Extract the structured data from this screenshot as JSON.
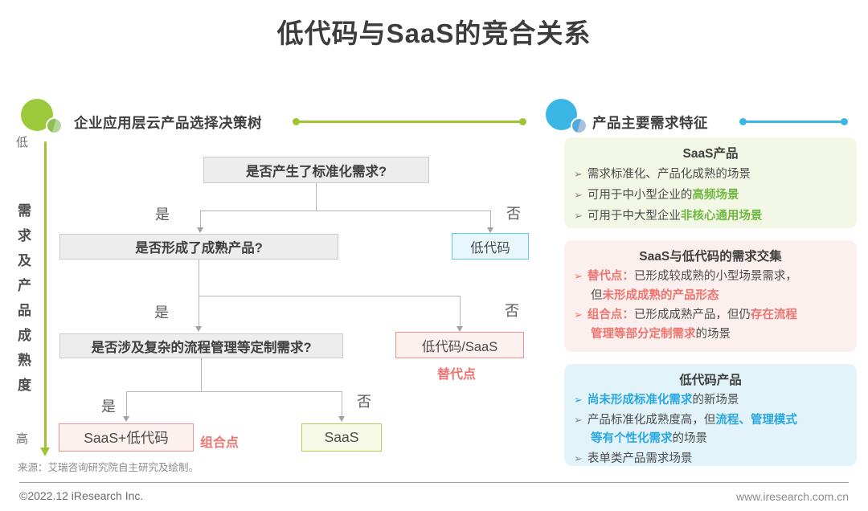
{
  "title": "低代码与SaaS的竞合关系",
  "colors": {
    "accent_green": "#9ec435",
    "accent_blue": "#3ab5e4",
    "accent_pink": "#ee7470",
    "em_green": "#72b843",
    "em_blue": "#2aa7e0",
    "question_box_bg": "#ededed",
    "lowcode_box_border": "#66c9e9",
    "pink_box_border": "#f2928e",
    "saas_box_border": "#b9ce59"
  },
  "left_panel": {
    "header": "企业应用层云产品选择决策树",
    "axis": {
      "low": "低",
      "high": "高",
      "label": "需求及产品成熟度"
    },
    "tree": {
      "yes": "是",
      "no": "否",
      "q1": "是否产生了标准化需求?",
      "q2": "是否形成了成熟产品?",
      "q3": "是否涉及复杂的流程管理等定制需求?",
      "outcome_lowcode": "低代码",
      "outcome_lowcode_saas": "低代码/SaaS",
      "outcome_saas_lowcode": "SaaS+低代码",
      "outcome_saas": "SaaS",
      "tag_substitute": "替代点",
      "tag_combine": "组合点"
    },
    "source": "来源：艾瑞咨询研究院自主研究及绘制。"
  },
  "right_panel": {
    "header": "产品主要需求特征",
    "bullet_glyph": "➢",
    "cards": [
      {
        "title": "SaaS产品",
        "lines": [
          {
            "segments": [
              {
                "text": "需求标准化、产品化成熟的场景"
              }
            ]
          },
          {
            "segments": [
              {
                "text": "可用于中小型企业的"
              },
              {
                "text": "高频场景"
              }
            ]
          },
          {
            "segments": [
              {
                "text": "可用于中大型企业"
              },
              {
                "text": "非核心通用场景"
              }
            ]
          }
        ]
      },
      {
        "title": "SaaS与低代码的需求交集",
        "lines": [
          {
            "segments": [
              {
                "text": "替代点："
              },
              {
                "text": "已形成较成熟的小型场景需求，"
              }
            ]
          },
          {
            "segments": [
              {
                "text": "但"
              },
              {
                "text": "未形成成熟的产品形态"
              }
            ]
          },
          {
            "segments": [
              {
                "text": "组合点："
              },
              {
                "text": "已形成成熟产品，但仍"
              },
              {
                "text": "存在流程"
              }
            ]
          },
          {
            "segments": [
              {
                "text": "管理等部分定制需求"
              },
              {
                "text": "的场景"
              }
            ]
          }
        ]
      },
      {
        "title": "低代码产品",
        "lines": [
          {
            "segments": [
              {
                "text": "尚未形成标准化需求"
              },
              {
                "text": "的新场景"
              }
            ]
          },
          {
            "segments": [
              {
                "text": "产品标准化成熟度高，但"
              },
              {
                "text": "流程、管理模式"
              }
            ]
          },
          {
            "segments": [
              {
                "text": "等有个性化需求"
              },
              {
                "text": "的场景"
              }
            ]
          },
          {
            "segments": [
              {
                "text": "表单类产品需求场景"
              }
            ]
          }
        ]
      }
    ]
  },
  "footer": {
    "copyright": "©2022.12 iResearch Inc.",
    "website": "www.iresearch.com.cn"
  }
}
